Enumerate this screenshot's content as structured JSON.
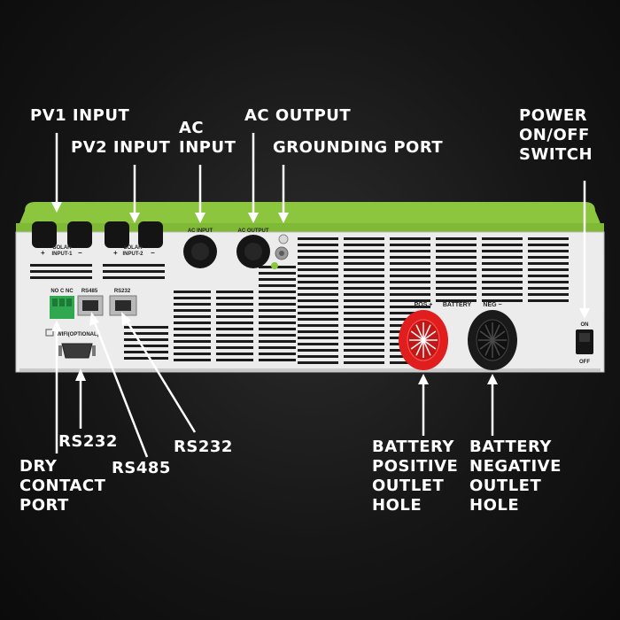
{
  "callouts": {
    "pv1_input": [
      "PV1 INPUT"
    ],
    "pv2_input": [
      "PV2 INPUT"
    ],
    "ac_input": [
      "AC",
      "INPUT"
    ],
    "ac_output": [
      "AC OUTPUT"
    ],
    "grounding_port": [
      "GROUNDING PORT"
    ],
    "power_switch": [
      "POWER",
      "ON/OFF",
      "SWITCH"
    ],
    "rs232_db9": [
      "RS232"
    ],
    "rs485": [
      "RS485"
    ],
    "rs232_rj45": [
      "RS232"
    ],
    "dry_contact": [
      "DRY",
      "CONTACT",
      "PORT"
    ],
    "battery_positive": [
      "BATTERY",
      "POSITIVE",
      "OUTLET",
      "HOLE"
    ],
    "battery_negative": [
      "BATTERY",
      "NEGATIVE",
      "OUTLET",
      "HOLE"
    ]
  },
  "panel_labels": {
    "solar_input_1": [
      "SOLAR",
      "INPUT-1"
    ],
    "solar_input_2": [
      "SOLAR",
      "INPUT-2"
    ],
    "plus": "+",
    "minus": "−",
    "ac_input": "AC INPUT",
    "ac_output": "AC OUTPUT",
    "no_c_nc": "NO C NC",
    "rs485": "RS485",
    "rs232": "RS232",
    "wifi": "WIFI(OPTIONAL)",
    "pos": "POS +",
    "battery": "BATTERY",
    "neg": "NEG −",
    "on": "ON",
    "off": "OFF"
  },
  "colors": {
    "accent_green": "#8cc63f",
    "panel_white": "#ececec",
    "positive_red": "#e01e1e",
    "terminal_green": "#2fa84f"
  }
}
